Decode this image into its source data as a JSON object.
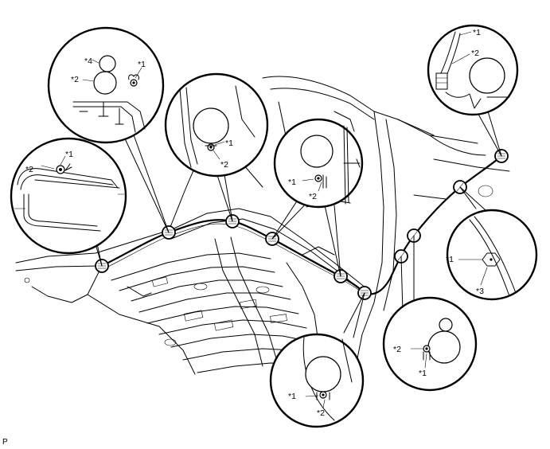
{
  "diagram_code": "P",
  "callouts": {
    "top_left": {
      "labels": [
        "*4",
        "*2",
        "*1"
      ]
    },
    "left": {
      "labels": [
        "*1",
        "*2"
      ]
    },
    "center": {
      "labels": [
        "*1",
        "*2"
      ]
    },
    "center_right": {
      "labels": [
        "*1",
        "*2"
      ]
    },
    "top_right": {
      "labels": [
        "*1",
        "*2"
      ]
    },
    "right": {
      "labels": [
        "*1",
        "*3"
      ]
    },
    "bottom_right": {
      "labels": [
        "*2",
        "*1"
      ]
    },
    "bottom_center": {
      "labels": [
        "*1",
        "*2"
      ]
    }
  }
}
